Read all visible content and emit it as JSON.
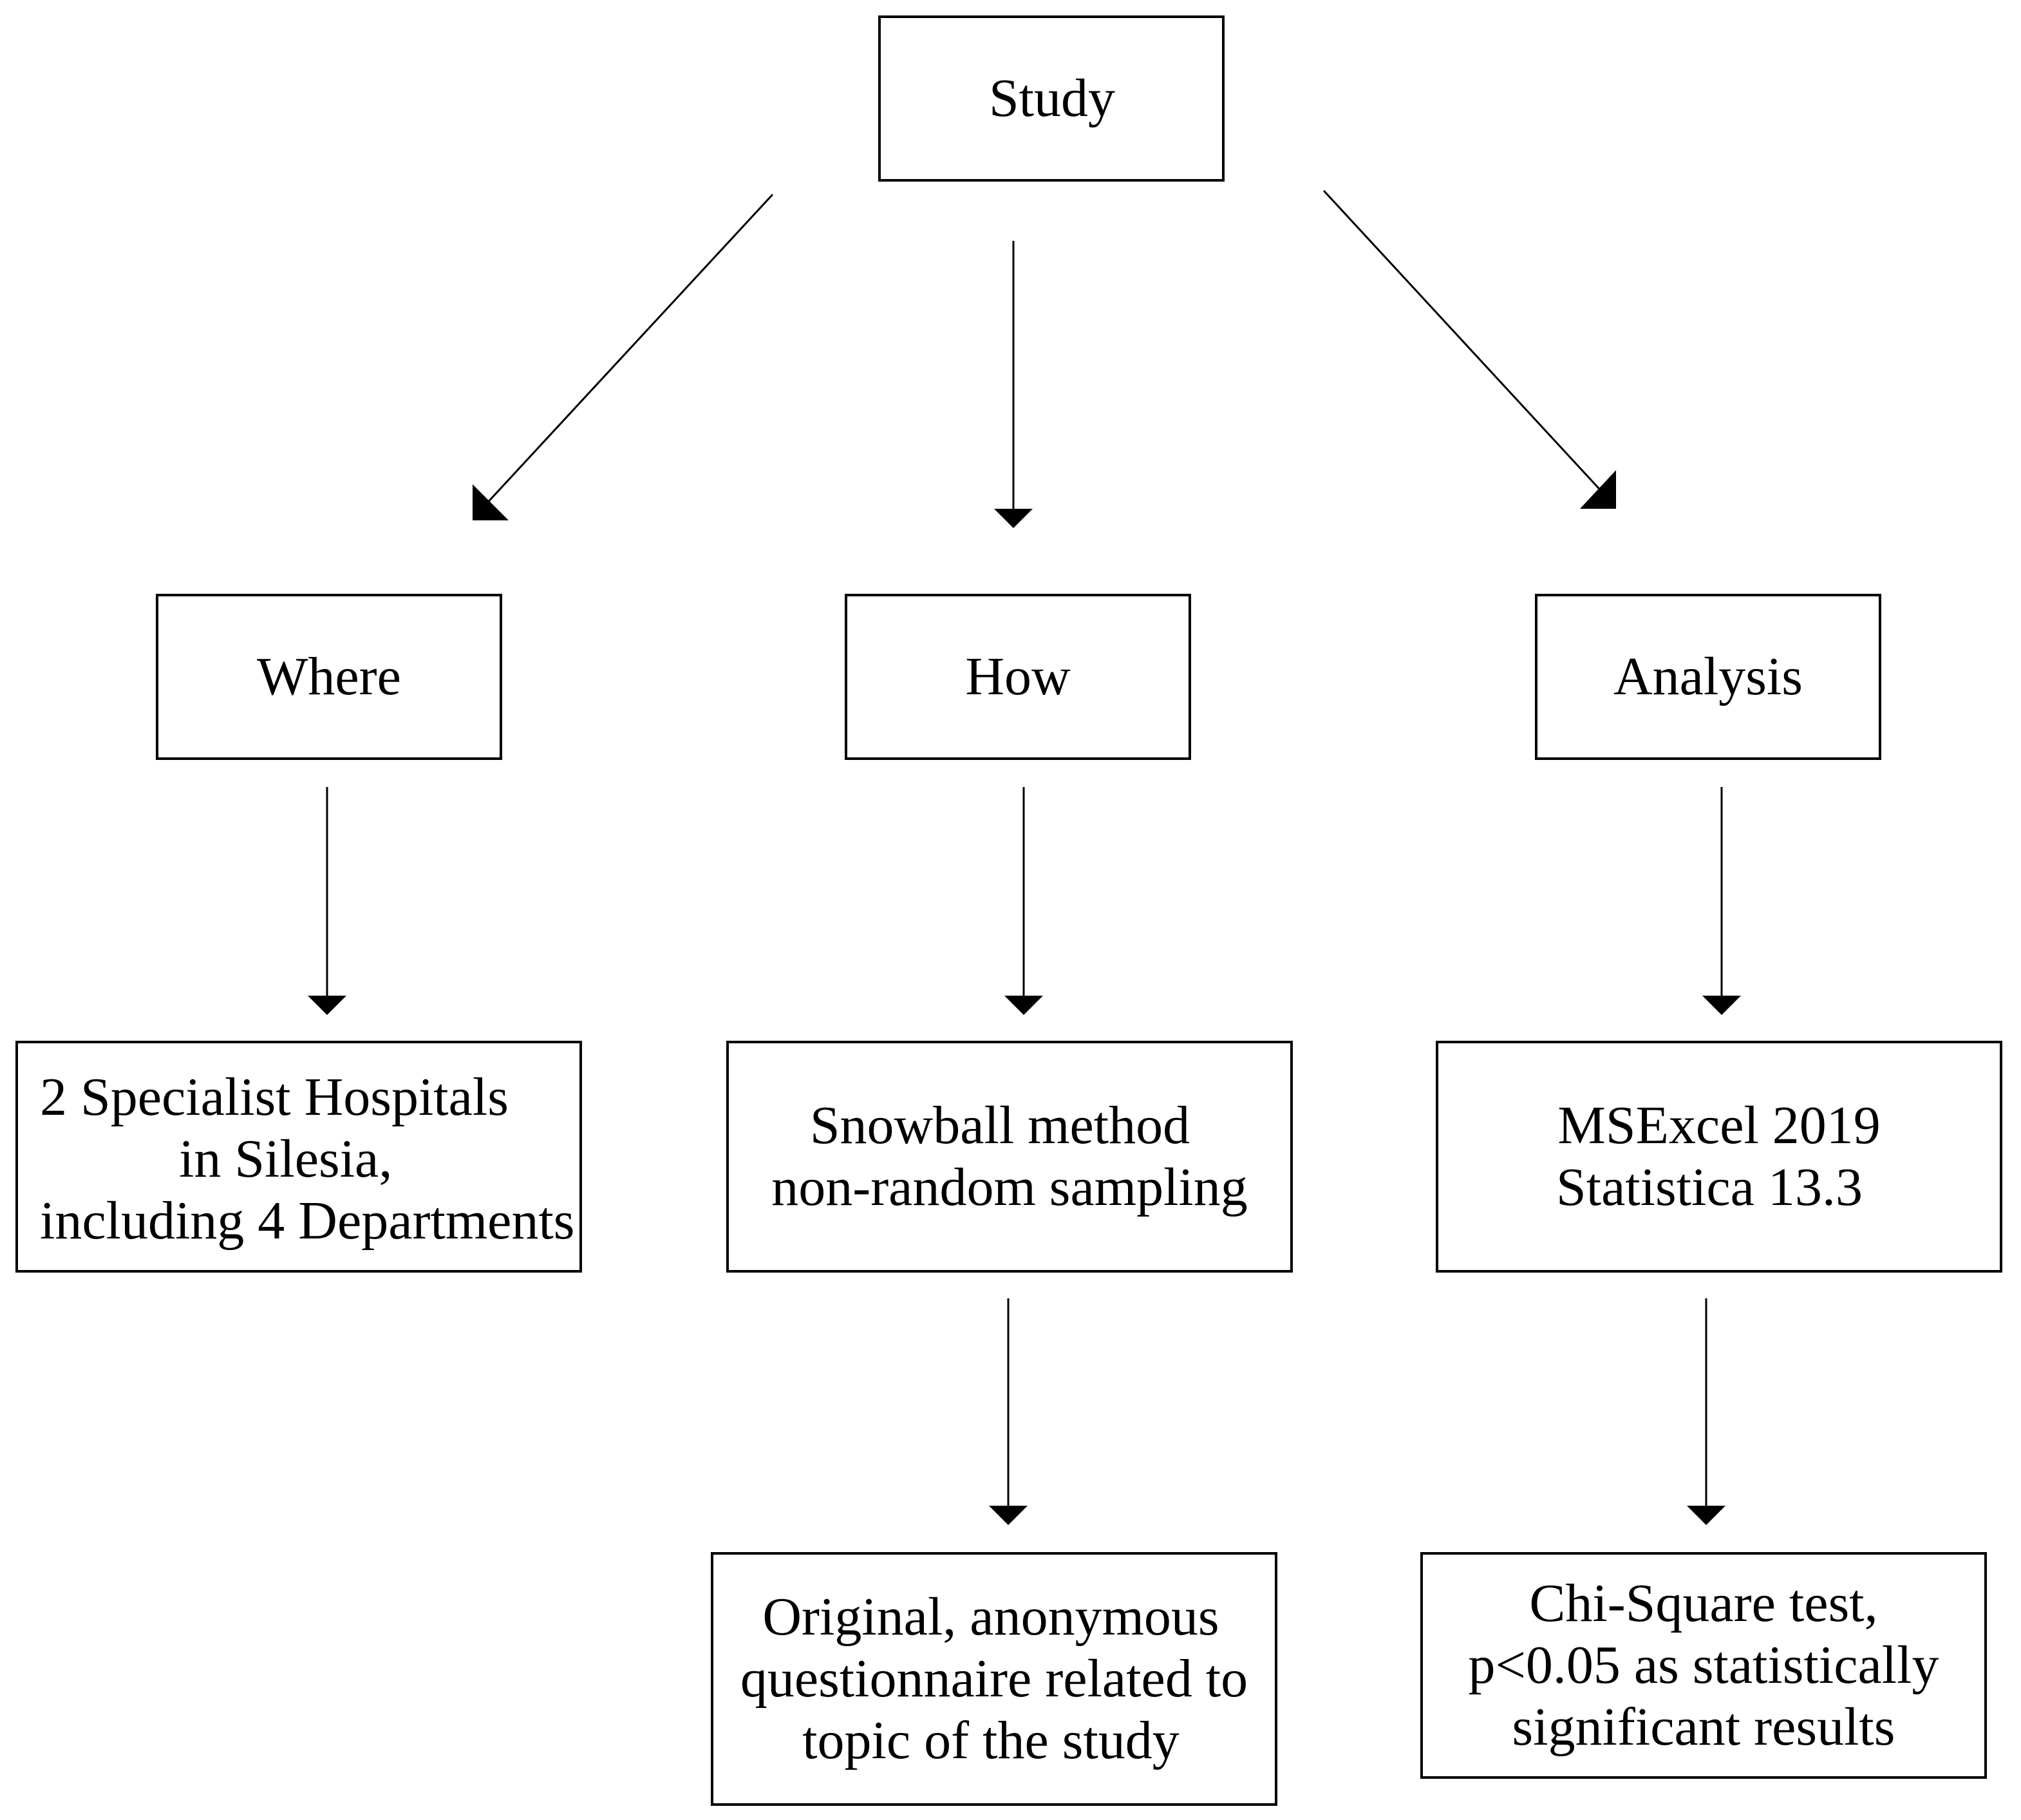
{
  "diagram": {
    "root": {
      "label": "Study"
    },
    "branches": [
      {
        "heading": "Where",
        "detail": [
          "2 Specialist Hospitals",
          "in Silesia,",
          "including 4 Departments"
        ]
      },
      {
        "heading": "How",
        "detail": [
          "Snowball method",
          "non-random sampling"
        ],
        "sub_detail": [
          "Original, anonymous",
          "questionnaire related to",
          "topic of the study"
        ]
      },
      {
        "heading": "Analysis",
        "detail": [
          "MSExcel 2019",
          "Statistica 13.3"
        ],
        "sub_detail": [
          "Chi-Square test,",
          "p<0.05 as statistically",
          "significant results"
        ]
      }
    ]
  }
}
